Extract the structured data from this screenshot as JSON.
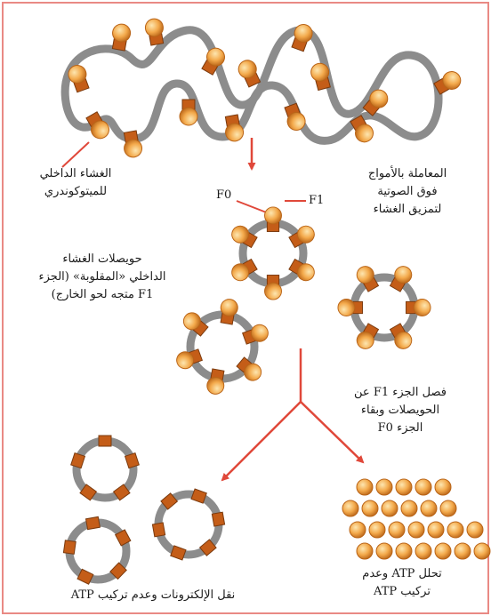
{
  "colors": {
    "frame": "#e98a84",
    "membrane": "#8c8c8c",
    "head": "#f3a94b",
    "head_dark": "#b96417",
    "stalk": "#c45d18",
    "arrow": "#e0483a",
    "text": "#1a1a1a"
  },
  "labels": {
    "inner_membrane": [
      "الغشاء الداخلي",
      "للميتوكوندري"
    ],
    "ultrasound": [
      "المعاملة بالأمواج",
      "فوق الصوتية",
      "لتمزيق الغشاء"
    ],
    "vesicles": [
      "حويصلات الغشاء",
      "الداخلي «المقلوبة» (الجزء",
      "F1 متجه لحو الخارج)"
    ],
    "f0": "F0",
    "f1": "F1",
    "separation": [
      "فصل الجزء F1 عن",
      "الحويصلات وبقاء",
      "الجزء F0"
    ],
    "result_left": [
      "نقل الإلكترونات وعدم تركيب ATP"
    ],
    "result_right": [
      "تحلل ATP وعدم",
      "تركيب ATP"
    ]
  }
}
